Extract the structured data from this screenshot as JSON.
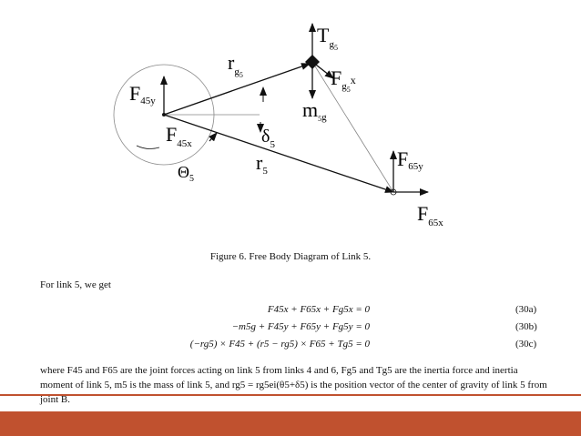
{
  "figure": {
    "labels": {
      "T": "T",
      "T_sub": "g",
      "T_subsub": "5",
      "rg": "r",
      "rg_sub": "g",
      "rg_subsub": "5",
      "Fg5x": "F",
      "Fg5x_sub": "g",
      "Fg5x_subsub": "5",
      "Fg5x_x": "x",
      "m": "m",
      "m_sub": "5",
      "m_g": "g",
      "F45y": "F",
      "F45y_sub": "45y",
      "F45x": "F",
      "F45x_sub": "45x",
      "delta": "δ",
      "delta_sub": "5",
      "theta": "Θ",
      "theta_sub": "5",
      "r5": "r",
      "r5_sub": "5",
      "F65y": "F",
      "F65y_sub": "65y",
      "F65x": "F",
      "F65x_sub": "65x"
    },
    "caption": "Figure 6. Free Body Diagram of Link 5."
  },
  "intro": "For link 5, we get",
  "equations": [
    {
      "expr": "F45x + F65x + Fg5x = 0",
      "num": "(30a)"
    },
    {
      "expr": "−m5g + F45y + F65y + Fg5y = 0",
      "num": "(30b)"
    },
    {
      "expr": "(−rg5) × F45 + (r5 − rg5) × F65 + Tg5 = 0",
      "num": "(30c)"
    }
  ],
  "paragraph": "where F45 and F65 are the joint forces acting on link 5 from links 4 and 6, Fg5 and Tg5 are the inertia force and inertia moment of link 5, m5 is the mass of link 5, and rg5 = rg5ei(θ5+δ5) is the position vector of the center of gravity of link 5 from joint B.",
  "colors": {
    "accent": "#c0512f"
  }
}
